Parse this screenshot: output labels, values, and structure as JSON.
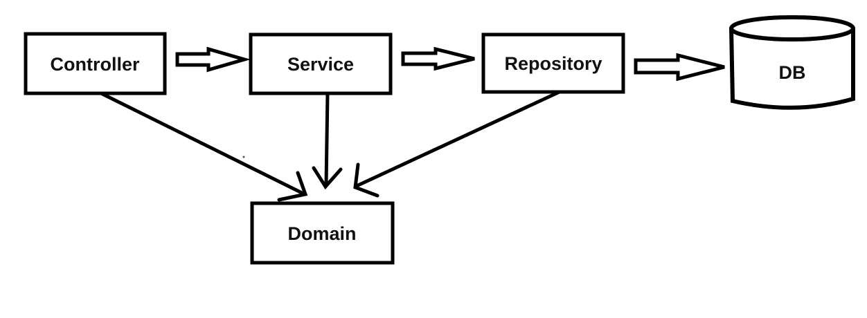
{
  "diagram": {
    "background_color": "#ffffff",
    "stroke_color": "#000000",
    "text_color": "#111111",
    "nodes": {
      "controller": {
        "label": "Controller",
        "shape": "rectangle"
      },
      "service": {
        "label": "Service",
        "shape": "rectangle"
      },
      "repository": {
        "label": "Repository",
        "shape": "rectangle"
      },
      "db": {
        "label": "DB",
        "shape": "cylinder"
      },
      "domain": {
        "label": "Domain",
        "shape": "rectangle"
      }
    },
    "connections": [
      {
        "from": "Controller",
        "to": "Service",
        "style": "block-arrow-right"
      },
      {
        "from": "Service",
        "to": "Repository",
        "style": "block-arrow-right"
      },
      {
        "from": "Repository",
        "to": "DB",
        "style": "block-arrow-right"
      },
      {
        "from": "Controller",
        "to": "Domain",
        "style": "thin-arrow"
      },
      {
        "from": "Service",
        "to": "Domain",
        "style": "thin-arrow"
      },
      {
        "from": "Repository",
        "to": "Domain",
        "style": "thin-arrow"
      }
    ]
  }
}
